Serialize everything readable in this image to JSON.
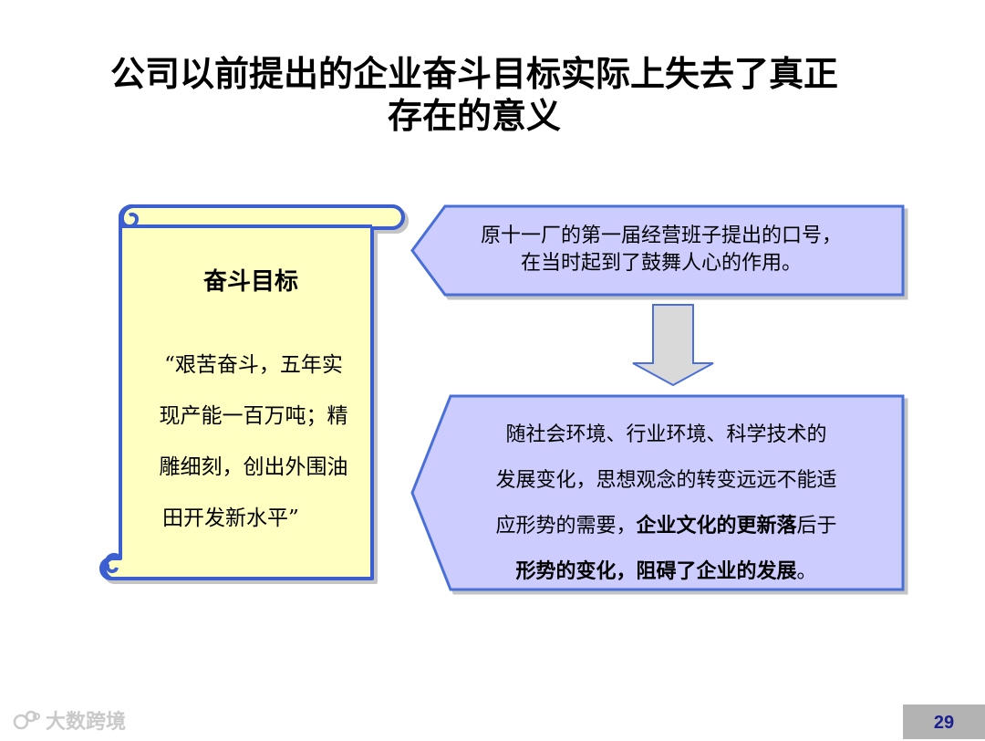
{
  "slide": {
    "title_line1": "公司以前提出的企业奋斗目标实际上失去了真正",
    "title_line2": "存在的意义",
    "scroll": {
      "heading": "奋斗目标",
      "lines": [
        "“艰苦奋斗，五年实",
        "现产能一百万吨；精",
        "雕细刻，创出外围油",
        "田开发新水平”"
      ]
    },
    "top_callout": {
      "lines": [
        "原十一厂的第一届经营班子提出的口号，",
        "在当时起到了鼓舞人心的作用。"
      ]
    },
    "bottom_callout": {
      "line1": "随社会环境、行业环境、科学技术的",
      "line2": "发展变化，思想观念的转变远远不能适",
      "line3_normal": "应形势的需要，",
      "line3_bold": "企业文化的更新落",
      "line3_tail": "后于",
      "line4_bold": "形势的变化，阻碍了企业的发展",
      "line4_tail": "。"
    },
    "watermark": "大数跨境",
    "page_number": "29"
  },
  "colors": {
    "scroll_fill": "#ffffc2",
    "scroll_border": "#3a5fd0",
    "callout_fill": "#ccccff",
    "callout_border": "#4a6fd8",
    "arrow_fill": "#d9d9d9",
    "page_box": "#b3b3b3",
    "page_text": "#1a1f8f"
  }
}
